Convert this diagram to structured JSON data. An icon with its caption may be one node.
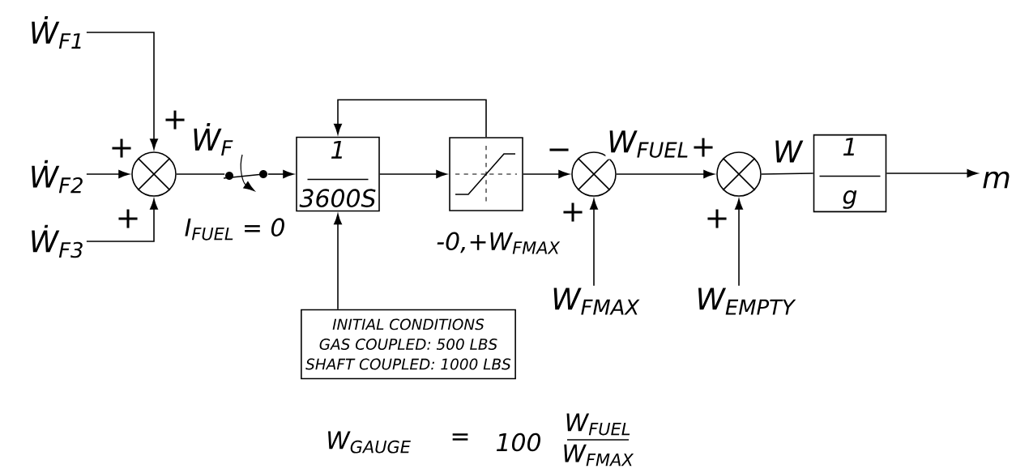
{
  "diagram": {
    "nodes": [
      {
        "text": [
          "Ẇ$_{F1}$"
        ]
      },
      {
        "text": [
          "Ẇ$_{F2}$"
        ]
      },
      {
        "text": [
          "Ẇ$_{F3}$"
        ]
      },
      {
        "text": [],
        "shape": "circle"
      },
      {
        "text": [],
        "shape": "switch"
      },
      {
        "text": [
          "1",
          "3600S"
        ],
        "beside": [
          "I$_{FUEL}$ = 0"
        ]
      },
      {
        "text": [],
        "shape": "box",
        "beside": [
          "-0,+W$_{FMAX}$"
        ]
      },
      {
        "text": [],
        "shape": "circle"
      },
      {
        "text": [
          "W$_{FMAX}$"
        ]
      },
      {
        "text": [],
        "shape": "circle"
      },
      {
        "text": [
          "W$_{EMPTY}$"
        ]
      },
      {
        "text": [
          "1",
          "g"
        ]
      },
      {
        "text": [
          "m"
        ]
      },
      {
        "text": [
          "INITIAL CONDITIONS",
          "GAS COUPLED: 500 LBS",
          "SHAFT COUPLED: 1000 LBS"
        ]
      }
    ],
    "edges": [
      {
        "from": 0,
        "to": 3,
        "arrow": "to",
        "label": "+"
      },
      {
        "from": 1,
        "to": 3,
        "arrow": "to",
        "label": "+"
      },
      {
        "from": 2,
        "to": 3,
        "arrow": "to",
        "label": "+"
      },
      {
        "from": 3,
        "to": 4,
        "arrow": "none",
        "label": "Ẇ$_{F}$"
      },
      {
        "from": 4,
        "to": 5,
        "arrow": "to"
      },
      {
        "from": 5,
        "to": 6,
        "arrow": "to"
      },
      {
        "from": 6,
        "to": 5,
        "arrow": "to"
      },
      {
        "from": 13,
        "to": 5,
        "arrow": "to"
      },
      {
        "from": 6,
        "to": 7,
        "arrow": "to",
        "label": "−"
      },
      {
        "from": 8,
        "to": 7,
        "arrow": "to",
        "label": "+"
      },
      {
        "from": 7,
        "to": 9,
        "arrow": "to",
        "label": "W$_{FUEL}$"
      },
      {
        "from": 10,
        "to": 9,
        "arrow": "to",
        "label": "+"
      },
      {
        "from": 9,
        "to": 11,
        "arrow": "none",
        "label": "W"
      },
      {
        "from": 11,
        "to": 12,
        "arrow": "to"
      }
    ],
    "labels": [
      "+",
      "W$_{GAUGE}$",
      "=",
      "100",
      "W$_{FUEL}$",
      "W$_{FMAX}$"
    ]
  }
}
